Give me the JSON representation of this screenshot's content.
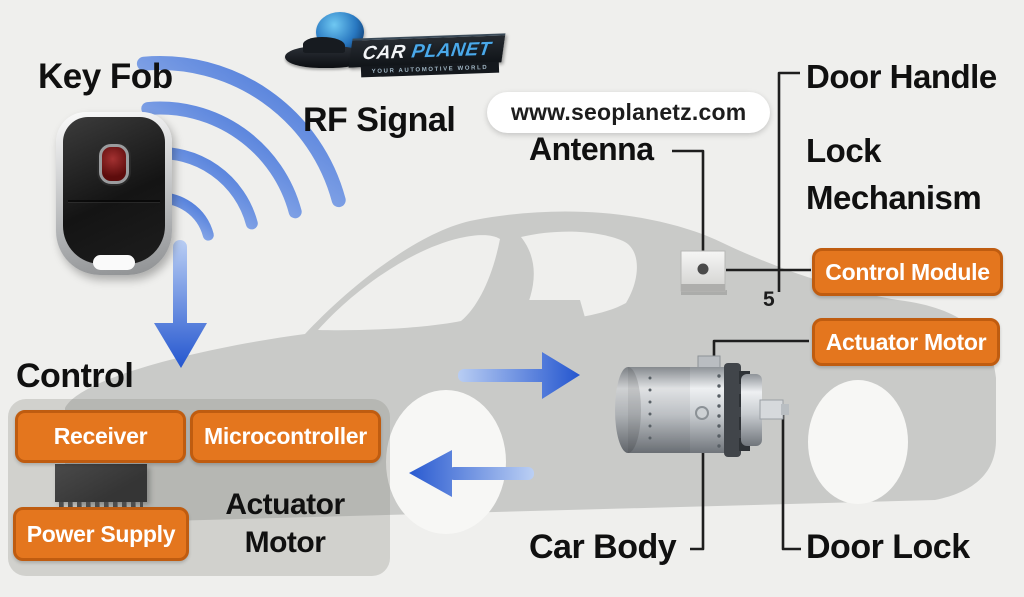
{
  "logo": {
    "brand_car": "CAR",
    "brand_planet": "PLANET",
    "tagline": "YOUR AUTOMOTIVE WORLD"
  },
  "site_pill": {
    "url": "www.seoplanetz.com"
  },
  "labels": {
    "key_fob": "Key Fob",
    "rf_signal": "RF Signal",
    "antenna": "Antenna",
    "door_handle": "Door Handle",
    "lock_mechanism": "Lock Mechanism",
    "control": "Control",
    "actuator_motor_caption": "Actuator Motor",
    "car_body": "Car Body",
    "door_lock": "Door Lock",
    "wire_marker": "5"
  },
  "components": {
    "receiver": "Receiver",
    "microcontroller": "Microcontroller",
    "power_supply": "Power Supply",
    "control_module": "Control Module",
    "actuator_motor": "Actuator Motor"
  },
  "colors": {
    "background": "#EFEFED",
    "car_silhouette": "#C9CAC8",
    "accent_orange": "#E4761E",
    "orange_border": "#BF5C10",
    "arrow_blue_dark": "#2456CF",
    "arrow_blue_light": "#BCD0F4",
    "label_black": "#101010"
  }
}
